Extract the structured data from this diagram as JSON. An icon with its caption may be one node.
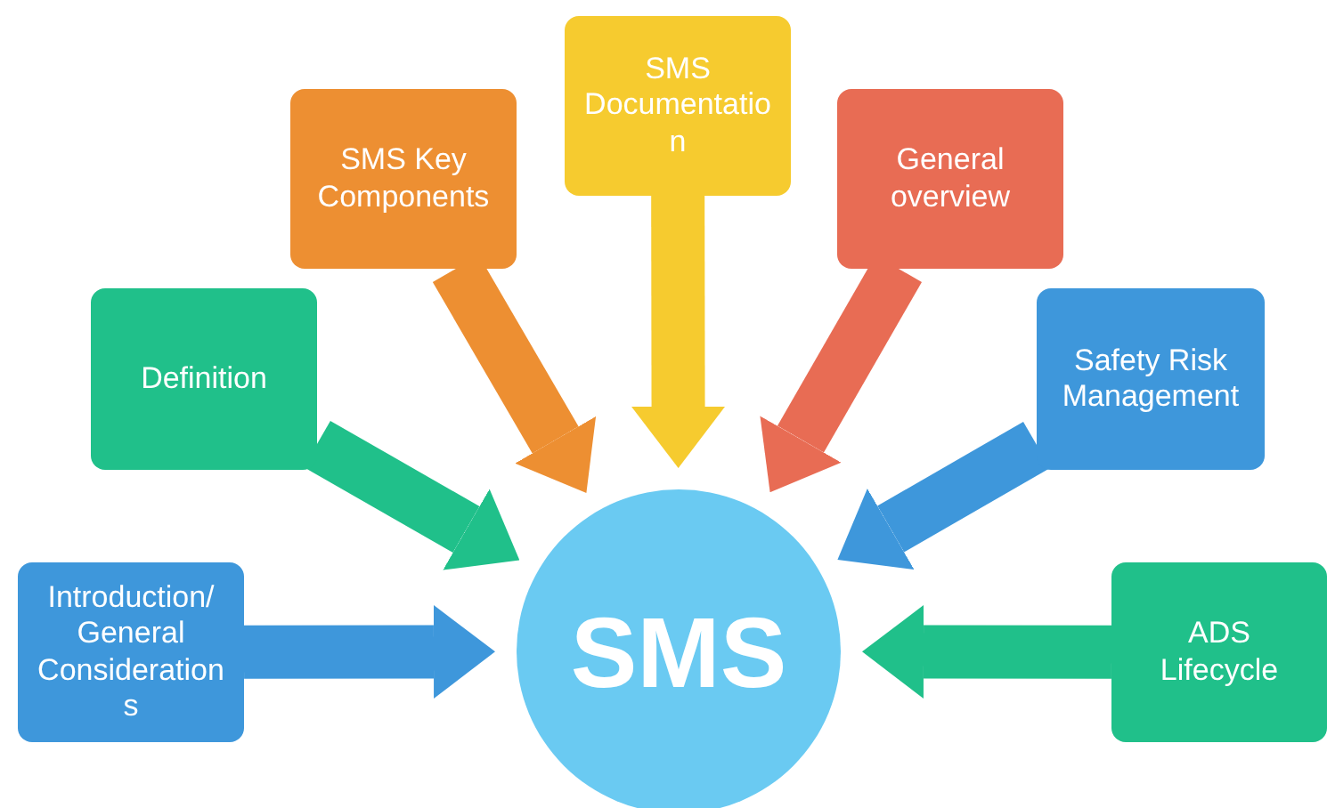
{
  "diagram": {
    "nodes": [
      {
        "text": [
          "Introduction/ General Considerations"
        ]
      },
      {
        "text": [
          "Definition"
        ]
      },
      {
        "text": [
          "SMS Key Components"
        ]
      },
      {
        "text": [
          "SMS Documentation"
        ]
      },
      {
        "text": [
          "General overview"
        ]
      },
      {
        "text": [
          "Safety Risk Management"
        ]
      },
      {
        "text": [
          "ADS Lifecycle"
        ]
      },
      {
        "text": [
          "SMS"
        ]
      }
    ],
    "edges": [
      {
        "from": 0,
        "to": 7,
        "arrow": "to",
        "color": "#3e97db"
      },
      {
        "from": 1,
        "to": 7,
        "arrow": "to",
        "color": "#20c08a"
      },
      {
        "from": 2,
        "to": 7,
        "arrow": "to",
        "color": "#ed8f32"
      },
      {
        "from": 3,
        "to": 7,
        "arrow": "to",
        "color": "#f6cb2f"
      },
      {
        "from": 4,
        "to": 7,
        "arrow": "to",
        "color": "#e86c54"
      },
      {
        "from": 5,
        "to": 7,
        "arrow": "to",
        "color": "#3e97db"
      },
      {
        "from": 6,
        "to": 7,
        "arrow": "to",
        "color": "#20c08a"
      }
    ]
  }
}
